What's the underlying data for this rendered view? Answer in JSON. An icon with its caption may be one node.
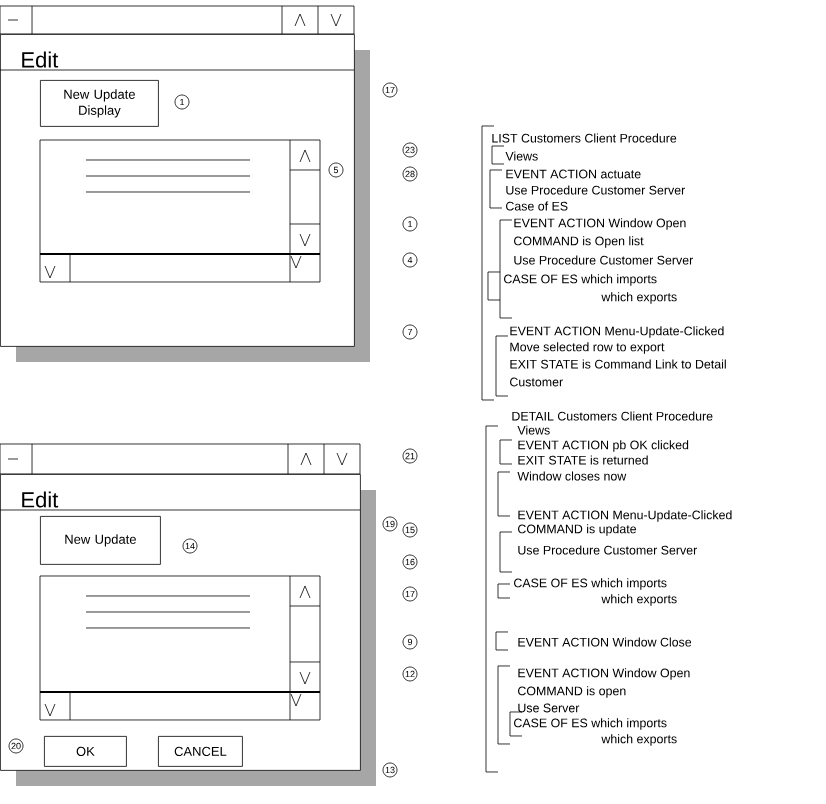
{
  "diagram": {
    "nodes": [
      {
        "text": [
          "Edit"
        ]
      },
      {
        "text": [
          "New Update Display"
        ],
        "in": 0
      },
      {
        "text": [
          "Edit"
        ]
      },
      {
        "text": [
          "New Update"
        ],
        "in": 2
      },
      {
        "text": [
          "OK"
        ],
        "in": 2
      },
      {
        "text": [
          "CANCEL"
        ],
        "in": 2
      }
    ],
    "labels": [
      "1",
      "17",
      "5",
      "14",
      "19",
      "20",
      "13",
      "LIST Customers Client Procedure",
      "23",
      "Views",
      "28",
      "EVENT ACTION actuate",
      "Use Procedure Customer Server",
      "Case of ES",
      "1",
      "EVENT ACTION Window Open",
      "COMMAND is Open list",
      "4",
      "Use Procedure Customer Server",
      "CASE OF ES which imports",
      "which exports",
      "7",
      "EVENT ACTION Menu-Update-Clicked",
      "Move selected row to export",
      "EXIT STATE is Command Link to Detail",
      "Customer",
      "DETAIL Customers Client Procedure",
      "Views",
      "21",
      "EVENT ACTION pb OK clicked",
      "EXIT STATE is returned",
      "Window closes now",
      "EVENT ACTION Menu-Update-Clicked",
      "15",
      "COMMAND is update",
      "Use Procedure Customer Server",
      "16",
      "17",
      "CASE OF ES which imports",
      "which exports",
      "9",
      "EVENT ACTION Window Close",
      "12",
      "EVENT ACTION Window Open",
      "COMMAND is open",
      "Use Server",
      "CASE OF ES which imports",
      "which exports"
    ]
  }
}
